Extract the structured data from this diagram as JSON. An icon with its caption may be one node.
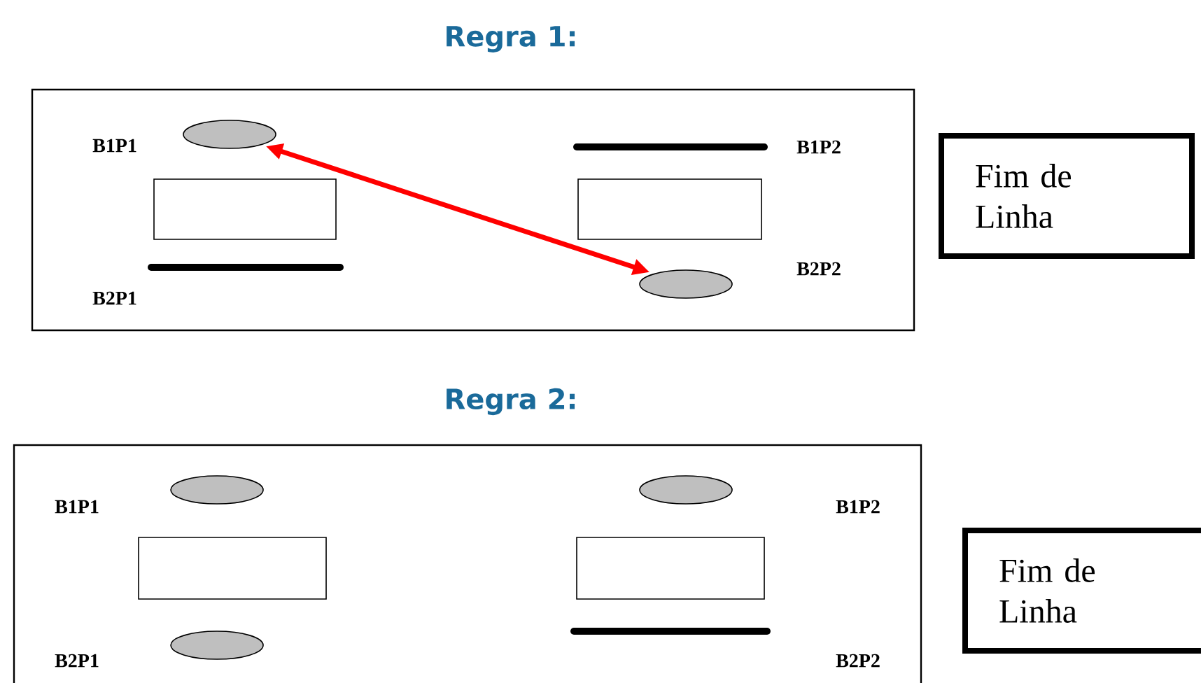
{
  "diagram": {
    "nodes": [
      {
        "text": [],
        "shape": "ellipse",
        "beside": [
          "B1P1"
        ]
      },
      {
        "text": [],
        "shape": "box"
      },
      {
        "text": [],
        "shape": "box"
      },
      {
        "text": [],
        "shape": "ellipse",
        "beside": [
          "B2P2"
        ]
      },
      {
        "text": [
          "Fim de Linha"
        ]
      },
      {
        "text": [],
        "shape": "ellipse",
        "beside": [
          "B1P1"
        ]
      },
      {
        "text": [],
        "shape": "ellipse"
      },
      {
        "text": [],
        "shape": "box"
      },
      {
        "text": [],
        "shape": "box"
      },
      {
        "text": [],
        "shape": "ellipse",
        "beside": [
          "B2P1"
        ]
      },
      {
        "text": [
          "Fim de Linha"
        ]
      }
    ],
    "edges": [
      {
        "from": 0,
        "to": 3,
        "arrow": "both",
        "color": "#ff0000"
      }
    ],
    "labels": [
      "Regra 1:",
      "B1P2",
      "B2P1",
      "Regra 2:",
      "B1P2",
      "B2P2"
    ]
  }
}
